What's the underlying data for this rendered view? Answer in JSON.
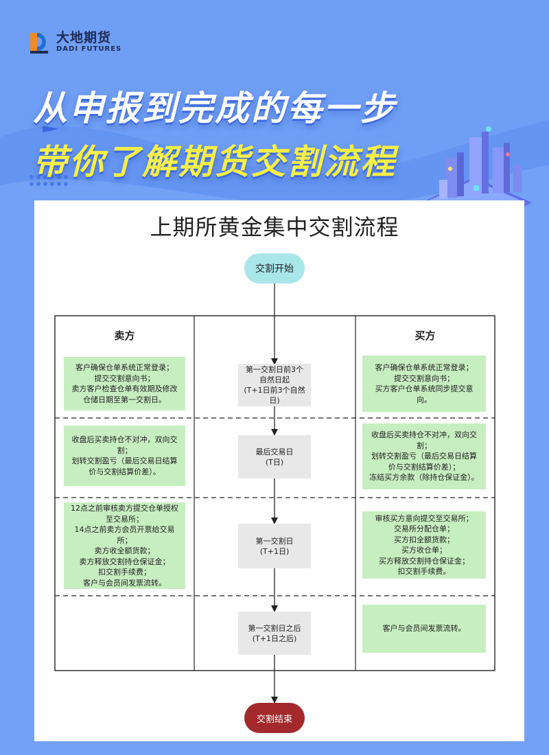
{
  "brand": {
    "name_cn": "大地期货",
    "name_en": "DADI FUTURES"
  },
  "headline": {
    "line1": "从申报到完成的每一步",
    "line2": "带你了解期货交割流程"
  },
  "diagram": {
    "title": "上期所黄金集中交割流程",
    "start": "交割开始",
    "end": "交割结束",
    "lanes": {
      "seller": "卖方",
      "buyer": "买方"
    },
    "steps": [
      {
        "seller": "客户确保仓单系统正常登录；\n提交交割意向书；\n卖方客户检查仓单有效期及修改仓储日期至第一交割日。",
        "middle": "第一交割日前3个自然日起\n(T+1日前3个自然日)",
        "buyer": "客户确保仓单系统正常登录；\n提交交割意向书；\n买方客户仓单系统同步提交意向。"
      },
      {
        "seller": "收盘后买卖持仓不对冲，双向交割；\n划转交割盈亏（最后交易日结算价与交割结算价差）。",
        "middle": "最后交易日\n(T日)",
        "buyer": "收盘后买卖持仓不对冲，双向交割；\n划转交割盈亏（最后交易日结算价与交割结算价差）；\n冻结买方余款（除持仓保证金）。"
      },
      {
        "seller": "12点之前审核卖方提交仓单授权至交易所；\n14点之前卖方会员开票给交易所；\n卖方收全额货款；\n卖方释放交割持仓保证金；\n扣交割手续费；\n客户与会员间发票流转。",
        "middle": "第一交割日\n(T+1日)",
        "buyer": "审核买方意向提交至交易所；\n交易所分配仓单；\n买方扣全额货款；\n买方收仓单；\n买方释放交割持仓保证金；\n扣交割手续费。"
      },
      {
        "seller": "",
        "middle": "第一交割日之后\n(T+1日之后)",
        "buyer": "客户与会员间发票流转。"
      }
    ]
  },
  "colors": {
    "background": "#6f9ef5",
    "accent_yellow": "#f6ef46",
    "green_box": "#c7eec0",
    "grey_box": "#e8e8e8",
    "start": "#a9e6ea",
    "end": "#a3292c"
  }
}
